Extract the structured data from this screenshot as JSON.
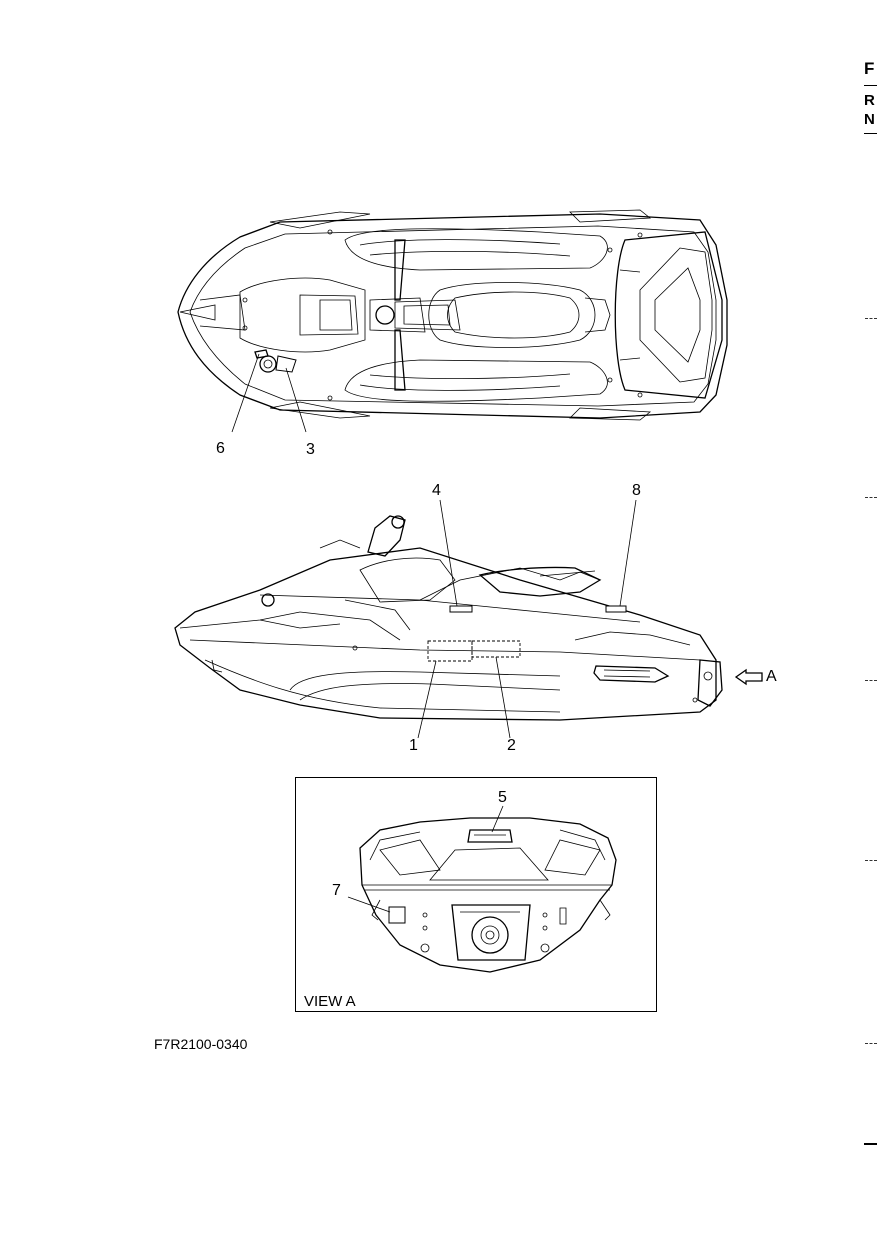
{
  "side_tab": {
    "letter1": "F",
    "letter2": "R",
    "letter3": "N"
  },
  "top_view": {
    "callouts": [
      "6",
      "3"
    ]
  },
  "side_view": {
    "callouts_top": [
      "4",
      "8"
    ],
    "callouts_bottom": [
      "1",
      "2"
    ],
    "view_arrow": "A"
  },
  "view_a": {
    "callouts": [
      "5",
      "7"
    ],
    "label": "VIEW A"
  },
  "figure_code": "F7R2100-0340"
}
